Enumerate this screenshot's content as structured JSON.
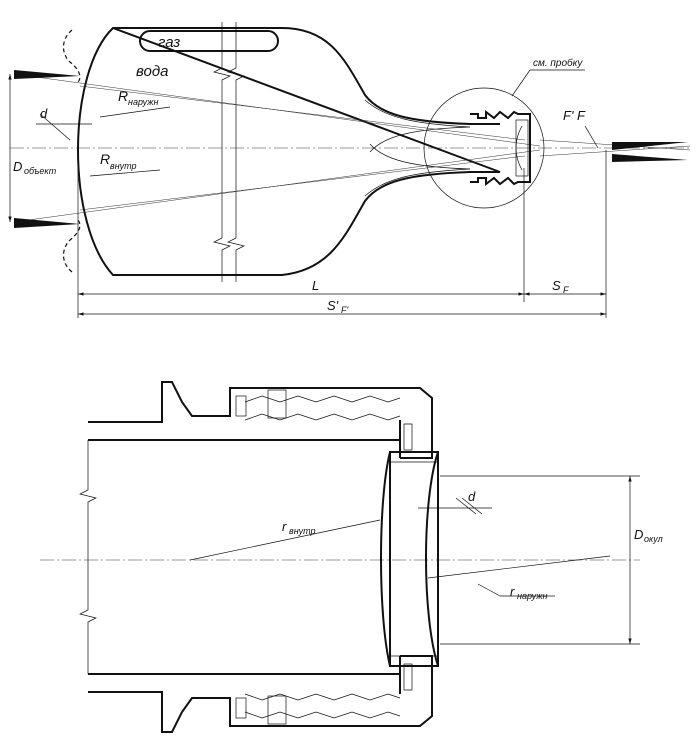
{
  "top_view": {
    "label_gas": "газ",
    "label_water": "вода",
    "label_see_cap": "см. пробку",
    "label_R_outer": "R",
    "label_R_outer_sub": "наружн",
    "label_R_inner": "R",
    "label_R_inner_sub": "внутр",
    "label_d": "d",
    "label_D_obj": "D",
    "label_D_obj_sub": "объект",
    "label_F_prime_F": "F' F",
    "label_L": "L",
    "label_S_F": "S",
    "label_S_F_sub": "F",
    "label_S_prime": "S'",
    "label_S_prime_sub": "F'"
  },
  "bottom_view": {
    "label_r_inner": "r",
    "label_r_inner_sub": "внутр",
    "label_r_outer": "r",
    "label_r_outer_sub": "наружн",
    "label_d": "d",
    "label_D_ocul": "D",
    "label_D_ocul_sub": "окул"
  }
}
